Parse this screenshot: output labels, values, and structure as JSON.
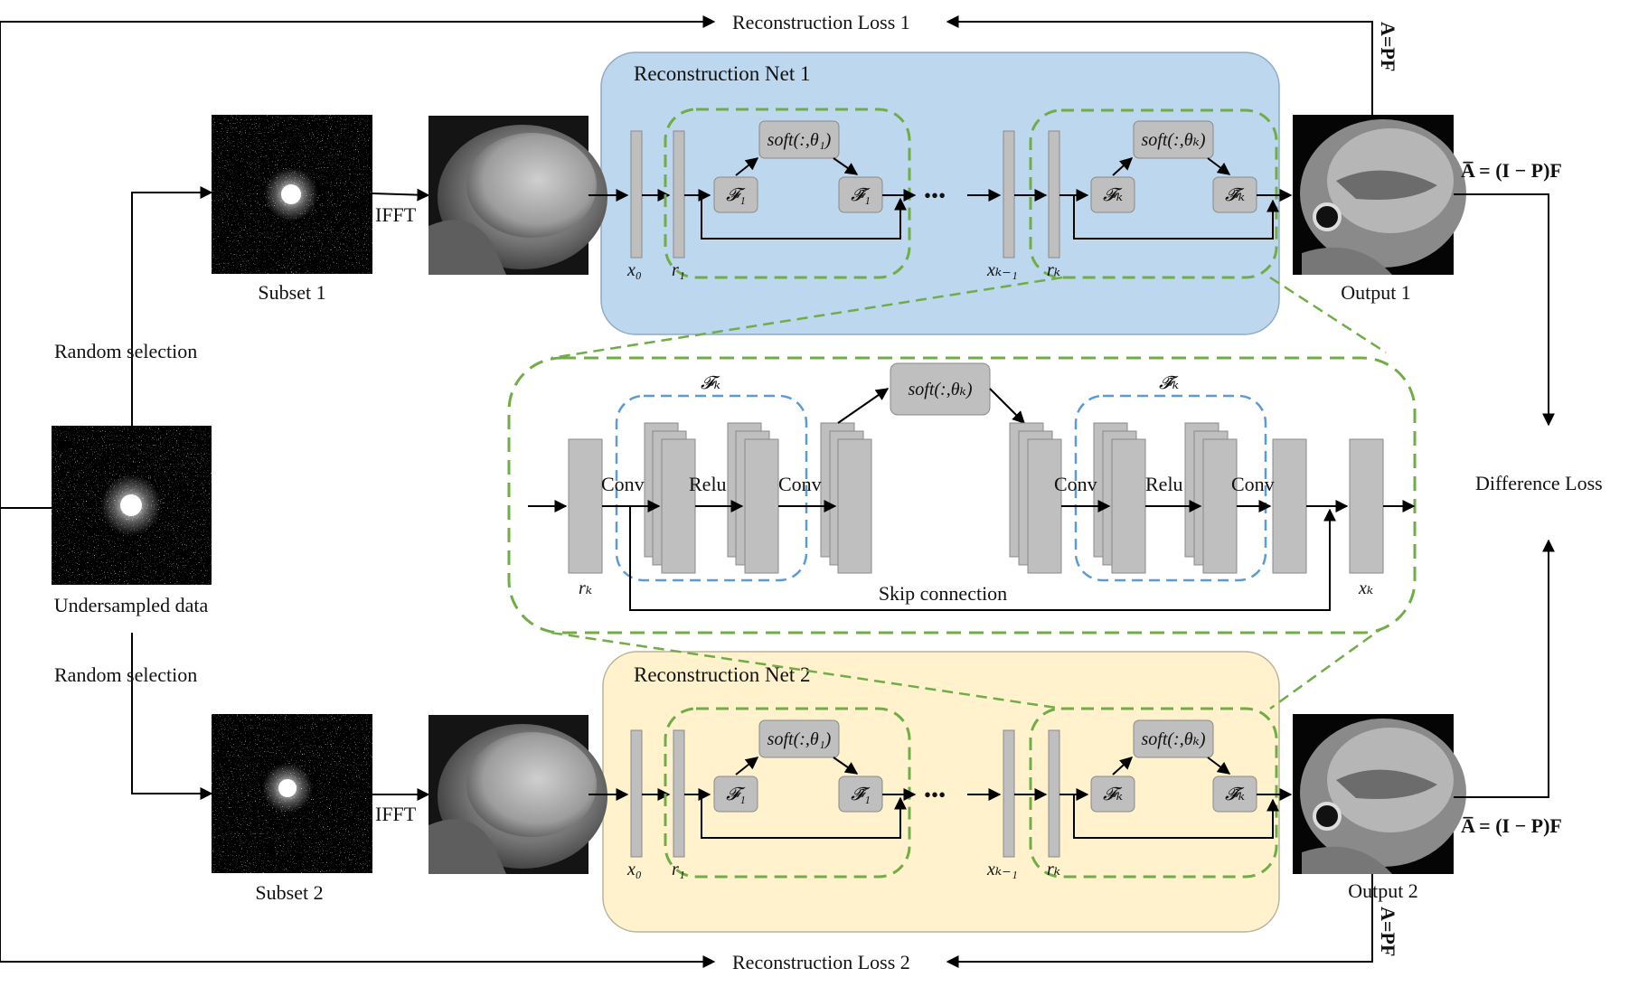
{
  "colors": {
    "net1_fill": "#bdd7ee",
    "net2_fill": "#fff2cc",
    "stage_dash": "#70ad47",
    "block_dash": "#5b9bd5",
    "layer_fill": "#bfbfbf",
    "op_fill": "#bfbfbf",
    "line": "#000000"
  },
  "top": {
    "loss1": "Reconstruction Loss 1",
    "loss2": "Reconstruction Loss 2",
    "a_pf_top": "A=PF",
    "a_pf_bottom": "A=PF",
    "a_bar_1": "A̅ = (I − P)F",
    "a_bar_2": "A̅ = (I − P)F",
    "difference_loss": "Difference Loss"
  },
  "left": {
    "random_selection_1": "Random selection",
    "random_selection_2": "Random selection",
    "undersampled": "Undersampled data",
    "subset1": "Subset 1",
    "subset2": "Subset 2",
    "ifft1": "IFFT",
    "ifft2": "IFFT",
    "output1": "Output 1",
    "output2": "Output 2"
  },
  "net1": {
    "title": "Reconstruction Net 1",
    "x0": "x₀",
    "r1": "r₁",
    "xk1": "xₖ₋₁",
    "rk": "rₖ",
    "soft1": "soft(:,θ₁)",
    "softk": "soft(:,θₖ)",
    "F1": "𝓕₁",
    "F1t": "𝓕̃₁",
    "Fk": "𝓕ₖ",
    "Fkt": "𝓕̃ₖ",
    "dots": "•••"
  },
  "net2": {
    "title": "Reconstruction Net 2",
    "x0": "x₀",
    "r1": "r₁",
    "xk1": "xₖ₋₁",
    "rk": "rₖ",
    "soft1": "soft(:,θ₁)",
    "softk": "soft(:,θₖ)",
    "F1": "𝓕₁",
    "F1t": "𝓕̃₁",
    "Fk": "𝓕ₖ",
    "Fkt": "𝓕̃ₖ",
    "dots": "•••"
  },
  "detail": {
    "Fk_label": "𝓕ₖ",
    "Fkt_label": "𝓕̃ₖ",
    "soft": "soft(:,θₖ)",
    "conv1": "Conv",
    "relu1": "Relu",
    "conv2": "Conv",
    "conv3": "Conv",
    "relu2": "Relu",
    "conv4": "Conv",
    "skip": "Skip connection",
    "rk": "rₖ",
    "xk": "xₖ"
  }
}
